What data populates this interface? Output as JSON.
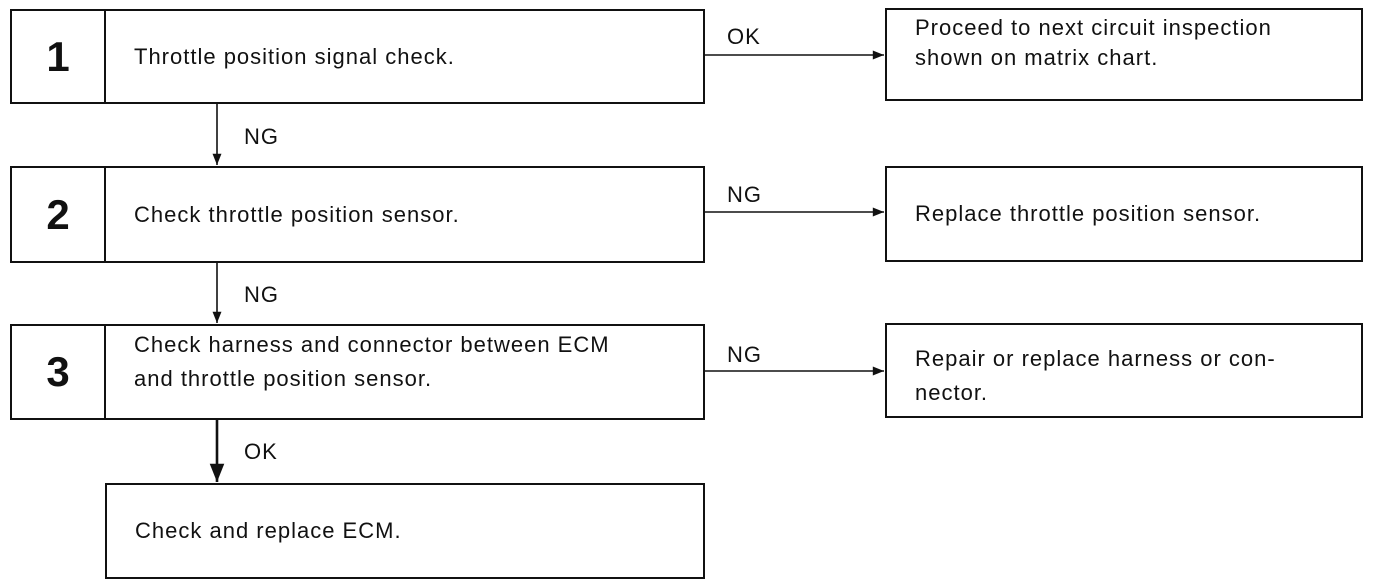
{
  "steps": [
    {
      "number": "1",
      "text": "Throttle position signal check."
    },
    {
      "number": "2",
      "text": "Check throttle position sensor."
    },
    {
      "number": "3",
      "text": "Check harness and connector between ECM\nand throttle position sensor."
    }
  ],
  "final_step": {
    "text": "Check and replace ECM."
  },
  "results": [
    {
      "text": "Proceed to next circuit inspection\nshown on matrix chart."
    },
    {
      "text": "Replace throttle position sensor."
    },
    {
      "text": "Repair or replace harness or con-\nnector."
    }
  ],
  "branch_labels": {
    "step1_right": "OK",
    "step1_down": "NG",
    "step2_right": "NG",
    "step2_down": "NG",
    "step3_right": "NG",
    "step3_down": "OK"
  },
  "colors": {
    "line": "#111111",
    "background": "#ffffff"
  }
}
